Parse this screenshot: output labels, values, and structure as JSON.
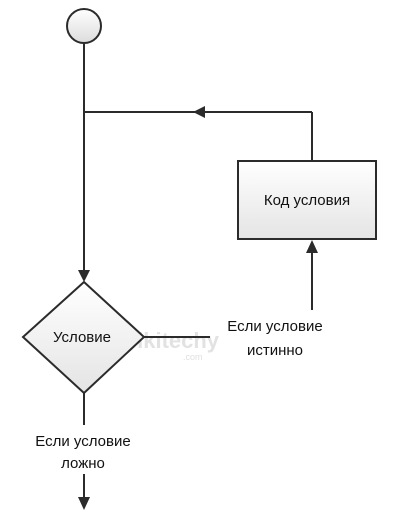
{
  "diagram": {
    "process_label": "Код условия",
    "decision_label": "Условие",
    "true_label": [
      "Если условие",
      "истинно"
    ],
    "false_label": [
      "Если условие",
      "ложно"
    ]
  },
  "watermark": {
    "text": "wikitechy",
    "sub": ".com"
  },
  "colors": {
    "line": "#2b2b2b",
    "shape_fill_top": "#ffffff",
    "shape_fill_bottom": "#e4e4e4",
    "watermark": "#e2e2e2"
  }
}
